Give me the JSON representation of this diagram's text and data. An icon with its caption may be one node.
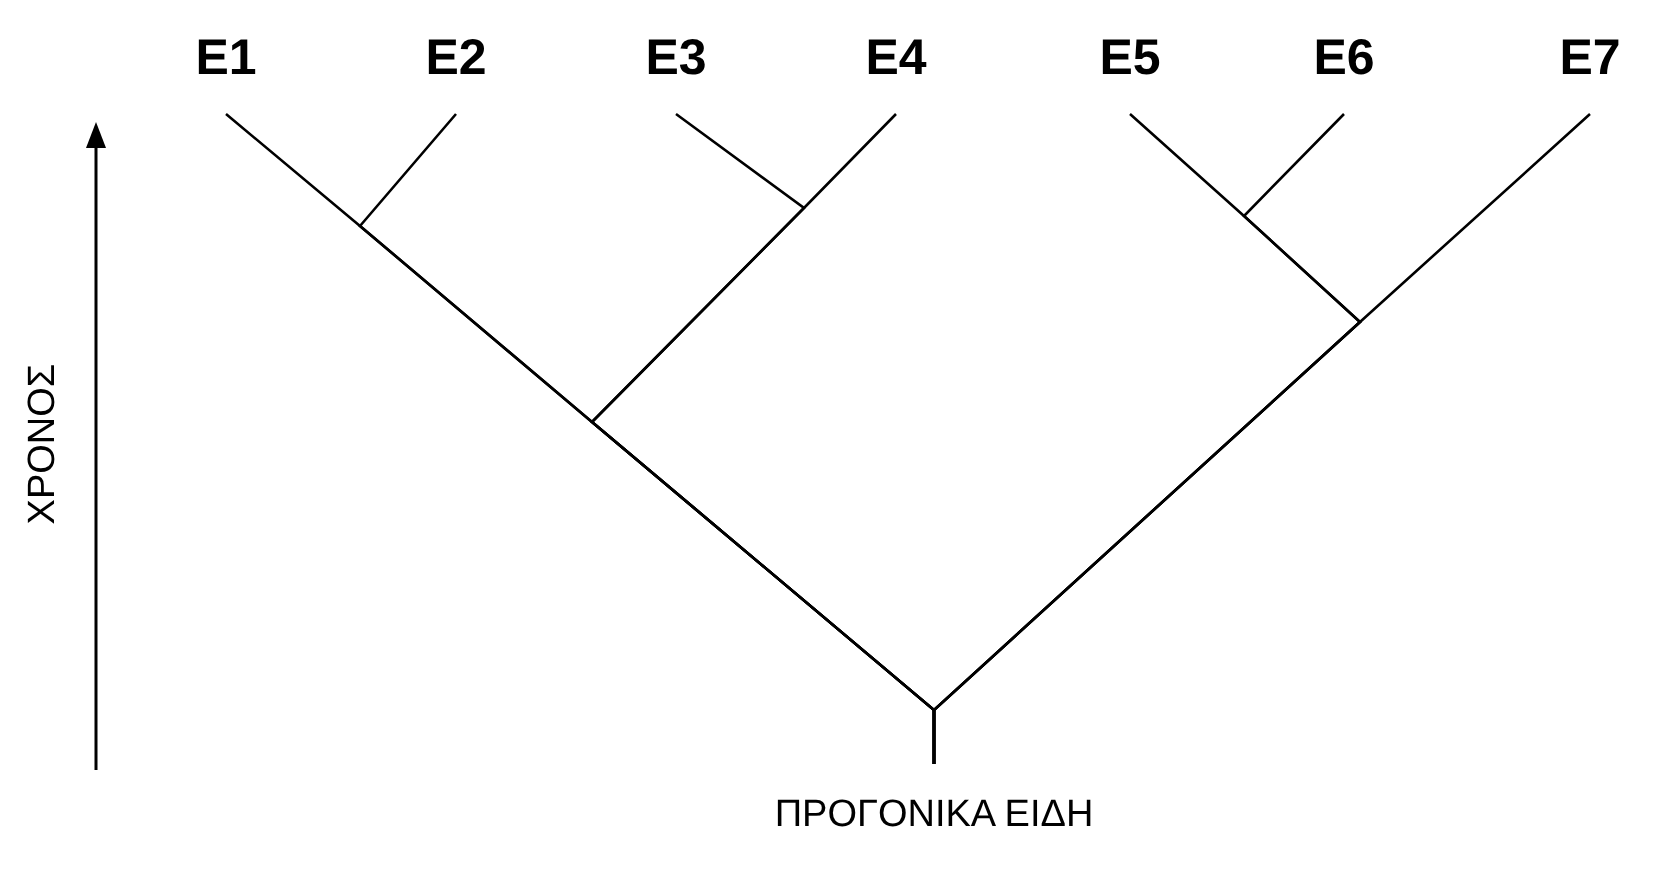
{
  "diagram": {
    "nodes": [
      {
        "text": [
          "E1"
        ]
      },
      {
        "text": [
          "E2"
        ]
      },
      {
        "text": [
          "E3"
        ]
      },
      {
        "text": [
          "E4"
        ]
      },
      {
        "text": [
          "E5"
        ]
      },
      {
        "text": [
          "E6"
        ]
      },
      {
        "text": [
          "E7"
        ]
      },
      {
        "text": [
          "ΠΡΟΓΟΝΙΚΑ ΕΙΔΗ"
        ]
      }
    ],
    "edges": [
      {
        "from": 7,
        "to": 0,
        "arrow": "none"
      },
      {
        "from": 7,
        "to": 1,
        "arrow": "none"
      },
      {
        "from": 7,
        "to": 2,
        "arrow": "none"
      },
      {
        "from": 7,
        "to": 3,
        "arrow": "none"
      },
      {
        "from": 7,
        "to": 4,
        "arrow": "none"
      },
      {
        "from": 7,
        "to": 5,
        "arrow": "none"
      },
      {
        "from": 7,
        "to": 6,
        "arrow": "none"
      }
    ],
    "labels": [
      "ΧΡΟΝΟΣ"
    ]
  }
}
